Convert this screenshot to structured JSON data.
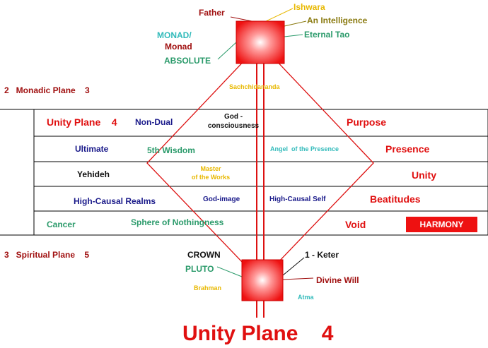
{
  "colors": {
    "red": "#e01010",
    "dark_red": "#a01010",
    "navy": "#1a1a8a",
    "teal": "#2a9a6a",
    "cyan": "#33bbbb",
    "gold": "#e8b800",
    "olive": "#8a7a10",
    "black": "#111111",
    "lines": "#dd1111"
  },
  "top_labels": {
    "father": "Father",
    "ishwara": "Ishwara",
    "an_intelligence": "An Intelligence",
    "eternal_tao": "Eternal Tao",
    "monad_upper": "MONAD/",
    "monad_lower": "Monad",
    "absolute": "ABSOLUTE",
    "sachchidananda": "Sachchidananda"
  },
  "planes": {
    "monadic": "2   Monadic Plane    3",
    "spiritual": "3   Spiritual Plane    5"
  },
  "rows": {
    "r1": {
      "left": "Unity Plane    4",
      "mid_left": "Non-Dual",
      "center_1": "God -",
      "center_2": "consciousness",
      "right": "Purpose"
    },
    "r2": {
      "left": "Ultimate",
      "mid_left": "5th Wisdom",
      "mid_right": "Angel  of the Presence",
      "right": "Presence"
    },
    "r3": {
      "left": "Yehideh",
      "center_1": "Master",
      "center_2": "of the Works",
      "right": "Unity"
    },
    "r4": {
      "left": "High-Causal Realms",
      "mid_left": "God-image",
      "mid_right": "High-Causal Self",
      "right": "Beatitudes"
    },
    "r5": {
      "left": "Cancer",
      "mid_left": "Sphere of Nothingness",
      "right": "Void",
      "badge": "HARMONY"
    }
  },
  "bottom_labels": {
    "crown": "CROWN",
    "keter": "1 - Keter",
    "pluto": "PLUTO",
    "divine_will": "Divine Will",
    "brahman": "Brahman",
    "atma": "Atma",
    "title": "Unity Plane    4"
  }
}
